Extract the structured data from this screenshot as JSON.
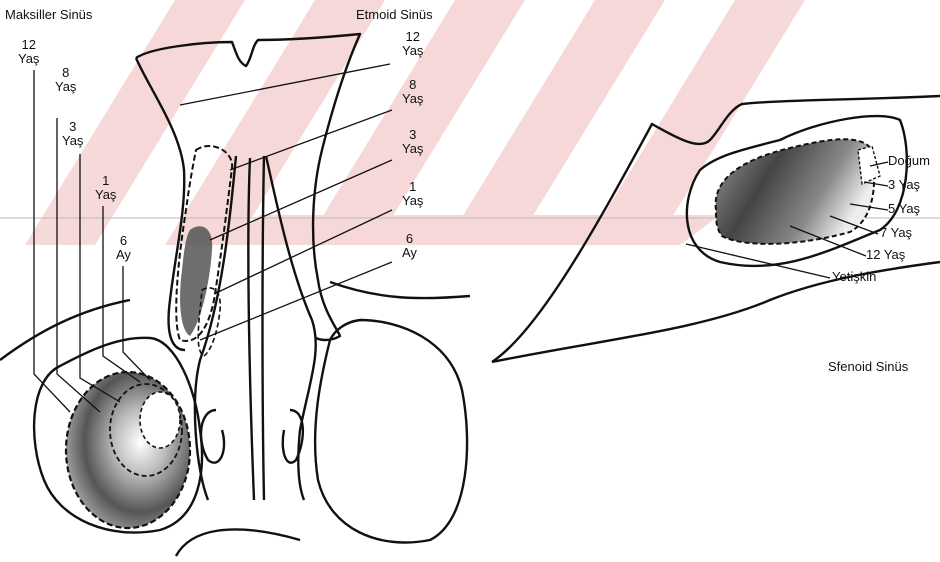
{
  "left_panel": {
    "maxillary_title": "Maksiller Sinüs",
    "ethmoid_title": "Etmoid Sinüs",
    "maxillary_stages": [
      {
        "num": "12",
        "unit": "Yaş"
      },
      {
        "num": "8",
        "unit": "Yaş"
      },
      {
        "num": "3",
        "unit": "Yaş"
      },
      {
        "num": "1",
        "unit": "Yaş"
      },
      {
        "num": "6",
        "unit": "Ay"
      }
    ],
    "ethmoid_stages": [
      {
        "num": "12",
        "unit": "Yaş"
      },
      {
        "num": "8",
        "unit": "Yaş"
      },
      {
        "num": "3",
        "unit": "Yaş"
      },
      {
        "num": "1",
        "unit": "Yaş"
      },
      {
        "num": "6",
        "unit": "Ay"
      }
    ]
  },
  "right_panel": {
    "sphenoid_title": "Sfenoid Sinüs",
    "stages": [
      "Doğum",
      "3 Yaş",
      "5 Yaş",
      "7 Yaş",
      "12 Yaş",
      "Yetişkin"
    ]
  },
  "colors": {
    "watermark": "#f3cccc",
    "ink": "#111111",
    "shading": "#777777"
  }
}
